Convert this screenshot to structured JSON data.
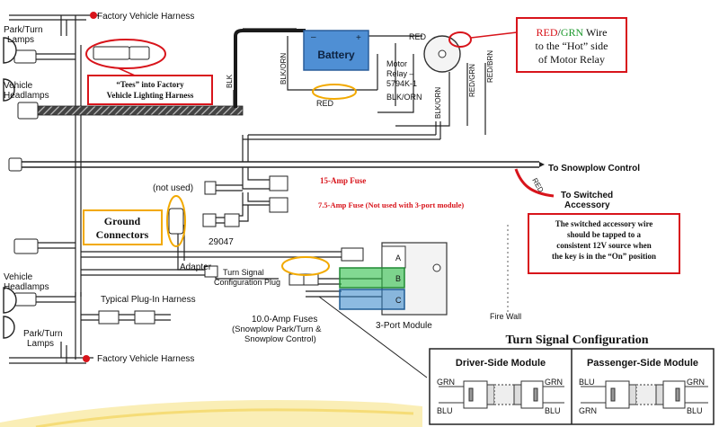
{
  "labels": {
    "factory_harness_top": "Factory Vehicle Harness",
    "factory_harness_bottom": "Factory Vehicle Harness",
    "park_turn_top": "Park/Turn",
    "lamps_top": "Lamps",
    "vehicle_top": "Vehicle",
    "headlamps_top": "Headlamps",
    "vehicle_bottom": "Vehicle",
    "headlamps_bottom": "Headlamps",
    "park_turn_bottom": "Park/Turn",
    "lamps_bottom": "Lamps",
    "battery": "Battery",
    "blk": "BLK",
    "blk_orn": "BLK/ORN",
    "red_top": "RED",
    "red_mid": "RED",
    "red_grn": "RED/GRN",
    "red_brn": "RED/BRN",
    "motor_relay_1": "Motor",
    "motor_relay_2": "Relay –",
    "motor_relay_3": "5794K-1",
    "blk_orn_lower": "BLK/ORN",
    "blk_orn_vert": "BLK/ORN",
    "to_snowplow": "To Snowplow Control",
    "red_switched": "RED",
    "to_switched_1": "To Switched",
    "to_switched_2": "Accessory",
    "not_used": "(not used)",
    "fuse_15": "15-Amp Fuse",
    "fuse_75": "7.5-Amp Fuse (Not used with 3-port module)",
    "part_29047": "29047",
    "adapter": "Adapter",
    "turn_signal_plug_1": "Turn Signal",
    "turn_signal_plug_2": "Configuration Plug",
    "plug_in_harness": "Typical Plug-In Harness",
    "fuses_10_1": "10.0-Amp Fuses",
    "fuses_10_2": "(Snowplow Park/Turn &",
    "fuses_10_3": "Snowplow Control)",
    "three_port": "3-Port Module",
    "fire_wall": "Fire Wall",
    "port_a": "A",
    "port_b": "B",
    "port_c": "C"
  },
  "callouts": {
    "tees_1": "“Tees” into Factory",
    "tees_2": "Vehicle Lighting Harness",
    "ground_1": "Ground",
    "ground_2": "Connectors",
    "red_word": "RED",
    "slash": "/",
    "grn_word": "GRN",
    "wire_word": " Wire",
    "hot_2": "to the “Hot” side",
    "hot_3": "of Motor Relay",
    "switched_1": "The switched accessory wire",
    "switched_2": "should be tapped to a",
    "switched_3": "consistent 12V source when",
    "switched_4": "the key is in the “On” position"
  },
  "turn_signal_config": {
    "title": "Turn Signal Configuration",
    "driver_title": "Driver-Side Module",
    "passenger_title": "Passenger-Side Module",
    "driver_left_top": "GRN",
    "driver_left_bottom": "BLU",
    "driver_right_top": "GRN",
    "driver_right_bottom": "BLU",
    "pass_left_top": "BLU",
    "pass_left_bottom": "GRN",
    "pass_right_top": "GRN",
    "pass_right_bottom": "BLU"
  },
  "colors": {
    "callout_red": "#d8141b",
    "callout_orange": "#f2a900",
    "battery_blue": "#4f8fd4",
    "module_green": "#2fbf4a",
    "module_blue": "#2f83c9",
    "wire_black": "#1a1a1a",
    "wire_gray": "#666666",
    "fuse_text_red": "#d8141b",
    "grn_text": "#1f9a2f",
    "yellow_swoosh": "#f6e07a"
  }
}
